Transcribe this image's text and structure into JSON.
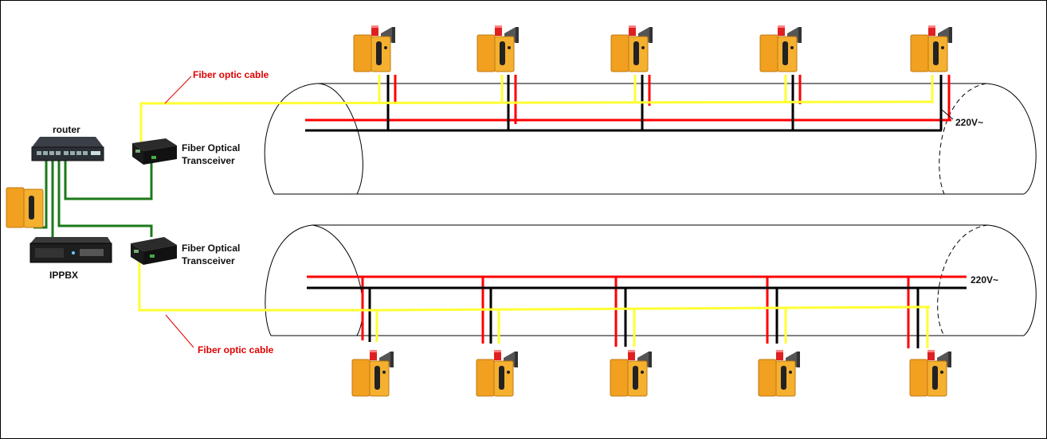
{
  "labels": {
    "router": "router",
    "ippbx": "IPPBX",
    "transceiver_top_line1": "Fiber Optical",
    "transceiver_top_line2": "Transceiver",
    "transceiver_bottom_line1": "Fiber Optical",
    "transceiver_bottom_line2": "Transceiver",
    "fiber_top": "Fiber optic cable",
    "fiber_bottom": "Fiber optic cable",
    "power_top": "220V~",
    "power_bottom": "220V~"
  },
  "colors": {
    "power_line": "#ff0000",
    "neutral_line": "#000000",
    "fiber_line": "#ffff33",
    "ethernet_line": "#1a7a1a",
    "label_red": "#e00000",
    "phone_body": "#f2a020",
    "beacon": "#e02020",
    "horn": "#555555"
  },
  "icons": {
    "router": "network-switch-icon",
    "ippbx": "rack-server-icon",
    "transceiver": "media-converter-icon",
    "phone": "industrial-emergency-phone-icon"
  }
}
